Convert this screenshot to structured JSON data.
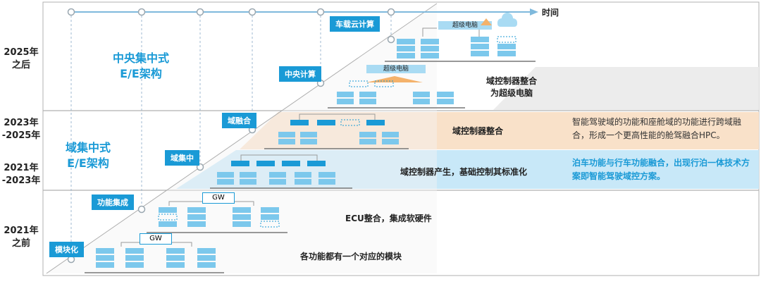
{
  "timeline": {
    "label": "时间"
  },
  "eras": [
    {
      "label": "2025年\n之后"
    },
    {
      "label": "2023年\n-2025年"
    },
    {
      "label": "2021年\n-2023年"
    },
    {
      "label": "2021年\n之前"
    }
  ],
  "architectures": {
    "central": "中央集中式\nE/E架构",
    "domain": "域集中式\nE/E架构"
  },
  "steps": {
    "module": "模块化",
    "function_integration": "功能集成",
    "domain_central": "域集中",
    "domain_fusion": "域融合",
    "central_compute": "中央计算",
    "vehicle_cloud": "车载云计算"
  },
  "diagram_labels": {
    "gw": "GW",
    "supercomputer": "超级电脑"
  },
  "descriptions": {
    "module": "各功能都有一个对应的模块",
    "ecu": "ECU整合，集成软硬件",
    "domain_produce": "域控制器产生，基础控制其标准化",
    "domain_integrate": "域控制器整合",
    "super": "域控制器整合\n为超级电脑"
  },
  "side_notes": {
    "fusion": "智能驾驶域的功能和座舱域的功能进行跨域融合，形成一个更高性能的舱驾融合HPC。",
    "parking": "泊车功能与行车功能融合，出现行泊一体技术方案即智能驾驶域控方案。"
  },
  "colors": {
    "accent": "#1a9ad6",
    "light_block": "#7cc8ec",
    "peach": "#f9e1c9",
    "light_blue": "#c8e8f8",
    "grey_band": "#d9d9d9"
  }
}
